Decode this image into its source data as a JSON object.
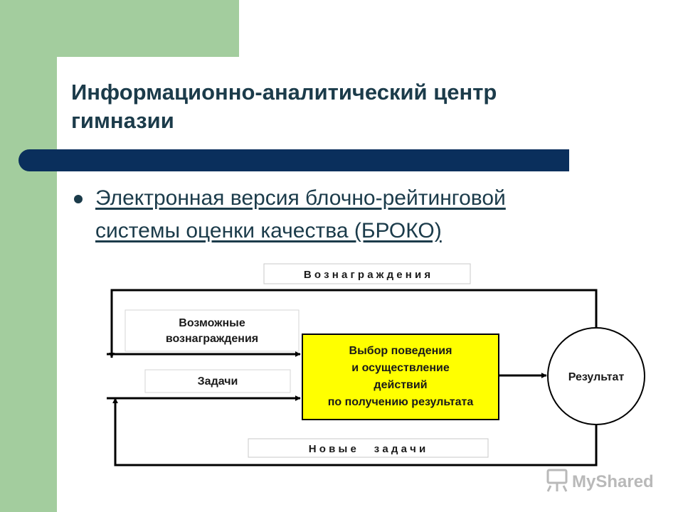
{
  "slide": {
    "title_line1": "Информационно-аналитический центр",
    "title_line2": "гимназии",
    "bullet_line1": "Электронная версия блочно-рейтинговой",
    "bullet_line2": "системы оценки качества (БРОКО)"
  },
  "diagram": {
    "top_label": "В о з н а г р а ж д е н и я",
    "input1_line1": "Возможные",
    "input1_line2": "вознаграждения",
    "input2": "Задачи",
    "center_line1": "Выбор поведения",
    "center_line2": "и осуществление",
    "center_line3": "действий",
    "center_line4": "по получению результата",
    "result": "Результат",
    "bottom_label": "Н о в ы е      з а д а ч и"
  },
  "watermark": {
    "text": "MyShared"
  },
  "colors": {
    "green": "#a3cd9e",
    "navy": "#0a2f5c",
    "title": "#1b3b4a",
    "highlight": "#ffff00"
  }
}
